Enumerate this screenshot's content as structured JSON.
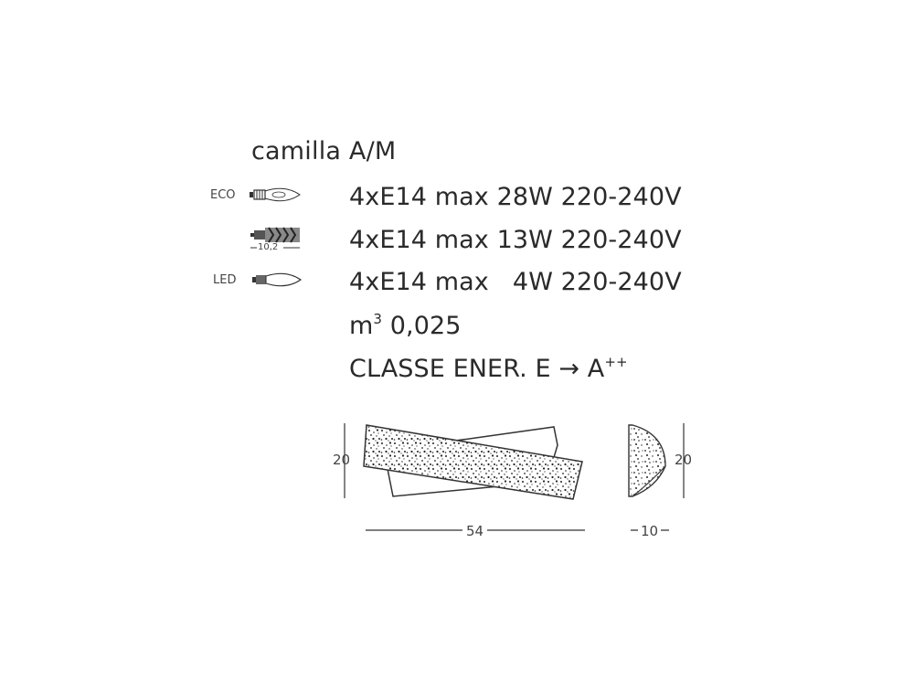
{
  "product": {
    "name": "camilla A/M"
  },
  "lamps": [
    {
      "icon": "eco-halogen-bulb-icon",
      "label": "ECO",
      "sub": "",
      "spec": "4xE14 max 28W 220-240V"
    },
    {
      "icon": "compact-fluorescent-bulb-icon",
      "label": "",
      "sub": "10,2",
      "spec": "4xE14 max 13W 220-240V"
    },
    {
      "icon": "led-bulb-icon",
      "label": "LED",
      "sub": "",
      "spec": "4xE14 max   4W 220-240V"
    }
  ],
  "volume": {
    "unit": "m",
    "exponent": "3",
    "value": "0,025"
  },
  "energy": {
    "label": "CLASSE ENER. E → A",
    "suffix": "++"
  },
  "dimensions": {
    "height_front": "20",
    "height_side": "20",
    "width": "54",
    "depth": "10"
  },
  "colors": {
    "text": "#2a2a2a",
    "line": "#333333"
  }
}
